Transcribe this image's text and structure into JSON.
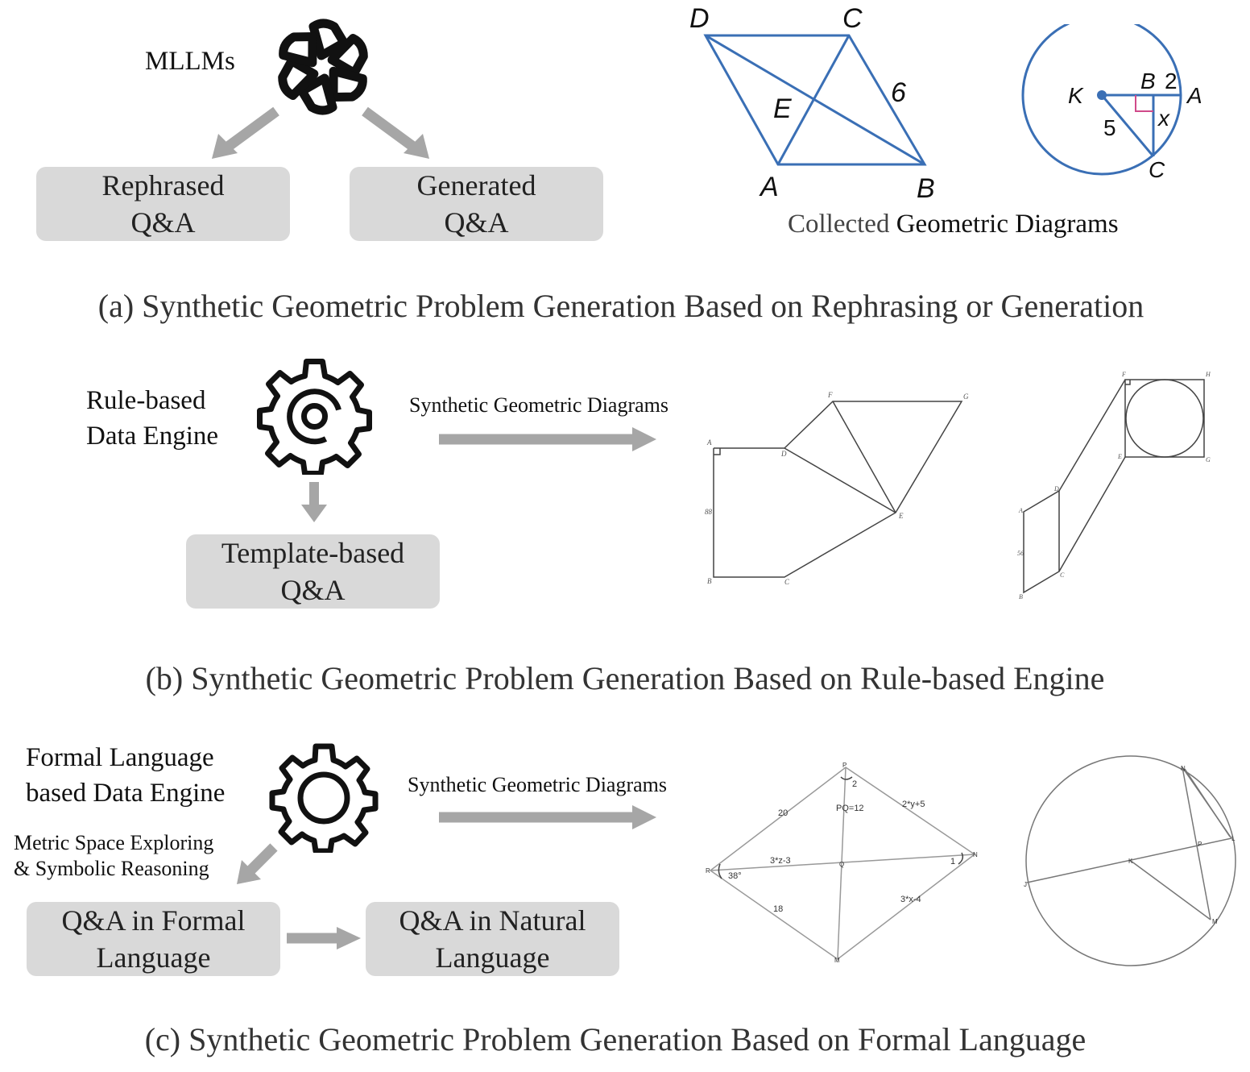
{
  "section_a": {
    "mllms_label": "MLLMs",
    "box_rephrased": [
      "Rephrased",
      "Q&A"
    ],
    "box_generated": [
      "Generated",
      "Q&A"
    ],
    "collected_prefix": "Collected",
    "collected_rest": "Geometric Diagrams",
    "rhombus": {
      "labels": [
        "D",
        "C",
        "E",
        "6",
        "A",
        "B"
      ]
    },
    "circle": {
      "labels": [
        "K",
        "B",
        "2",
        "A",
        "5",
        "x",
        "C"
      ]
    },
    "caption": "(a) Synthetic Geometric Problem Generation Based on Rephrasing or Generation"
  },
  "section_b": {
    "engine_label": [
      "Rule-based",
      "Data Engine"
    ],
    "arrow_label": "Synthetic Geometric Diagrams",
    "box_template": [
      "Template-based",
      "Q&A"
    ],
    "diagram1": {
      "labels": [
        "A",
        "F",
        "G",
        "D",
        "88",
        "E",
        "B",
        "C"
      ]
    },
    "diagram2": {
      "labels": [
        "F",
        "H",
        "E",
        "G",
        "D",
        "A",
        "56",
        "C",
        "B"
      ]
    },
    "caption": "(b) Synthetic Geometric Problem Generation Based on Rule-based Engine"
  },
  "section_c": {
    "engine_label": [
      "Formal Language",
      "based Data Engine"
    ],
    "arrow_label": "Synthetic Geometric Diagrams",
    "metric_label": [
      "Metric Space Exploring",
      "& Symbolic Reasoning"
    ],
    "box_formal": [
      "Q&A in Formal",
      "Language"
    ],
    "box_natural": [
      "Q&A in Natural",
      "Language"
    ],
    "quad": {
      "labels": [
        "P",
        "2",
        "20",
        "PQ=12",
        "2*y+5",
        "N",
        "R",
        "38°",
        "3*z-3",
        "Q",
        "1",
        "18",
        "3*x-4",
        "M"
      ]
    },
    "circle": {
      "labels": [
        "N",
        "L",
        "P",
        "K",
        "J",
        "M"
      ]
    },
    "caption": "(c) Synthetic Geometric Problem Generation Based on Formal Language"
  },
  "colors": {
    "box_fill": "#d9d9d9",
    "arrow": "#a6a6a6",
    "diagram_blue": "#3a6fb5",
    "right_angle": "#d04a8a"
  }
}
